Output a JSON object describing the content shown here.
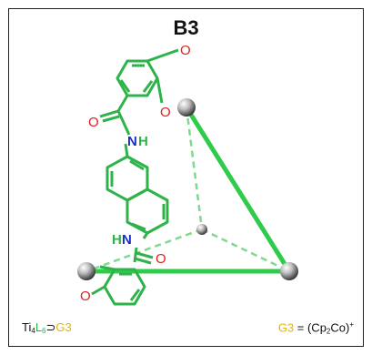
{
  "title": "B3",
  "formula_left": {
    "ti": "Ti",
    "ti_sub": "4",
    "l": "L",
    "l_sub": "6",
    "contains": "⊃",
    "guest": "G3"
  },
  "formula_right": {
    "guest": "G3",
    "equals": " = (Cp",
    "cp_sub": "2",
    "co": "Co)",
    "charge": "+"
  },
  "atoms": {
    "oxygen": "O",
    "nitrogen": "N",
    "hydrogen": "H",
    "hn": "HN"
  },
  "colors": {
    "ligand": "#2db34a",
    "oxygen": "#e0201b",
    "nitrogen": "#1a2fbf",
    "guest": "#e8b400"
  }
}
